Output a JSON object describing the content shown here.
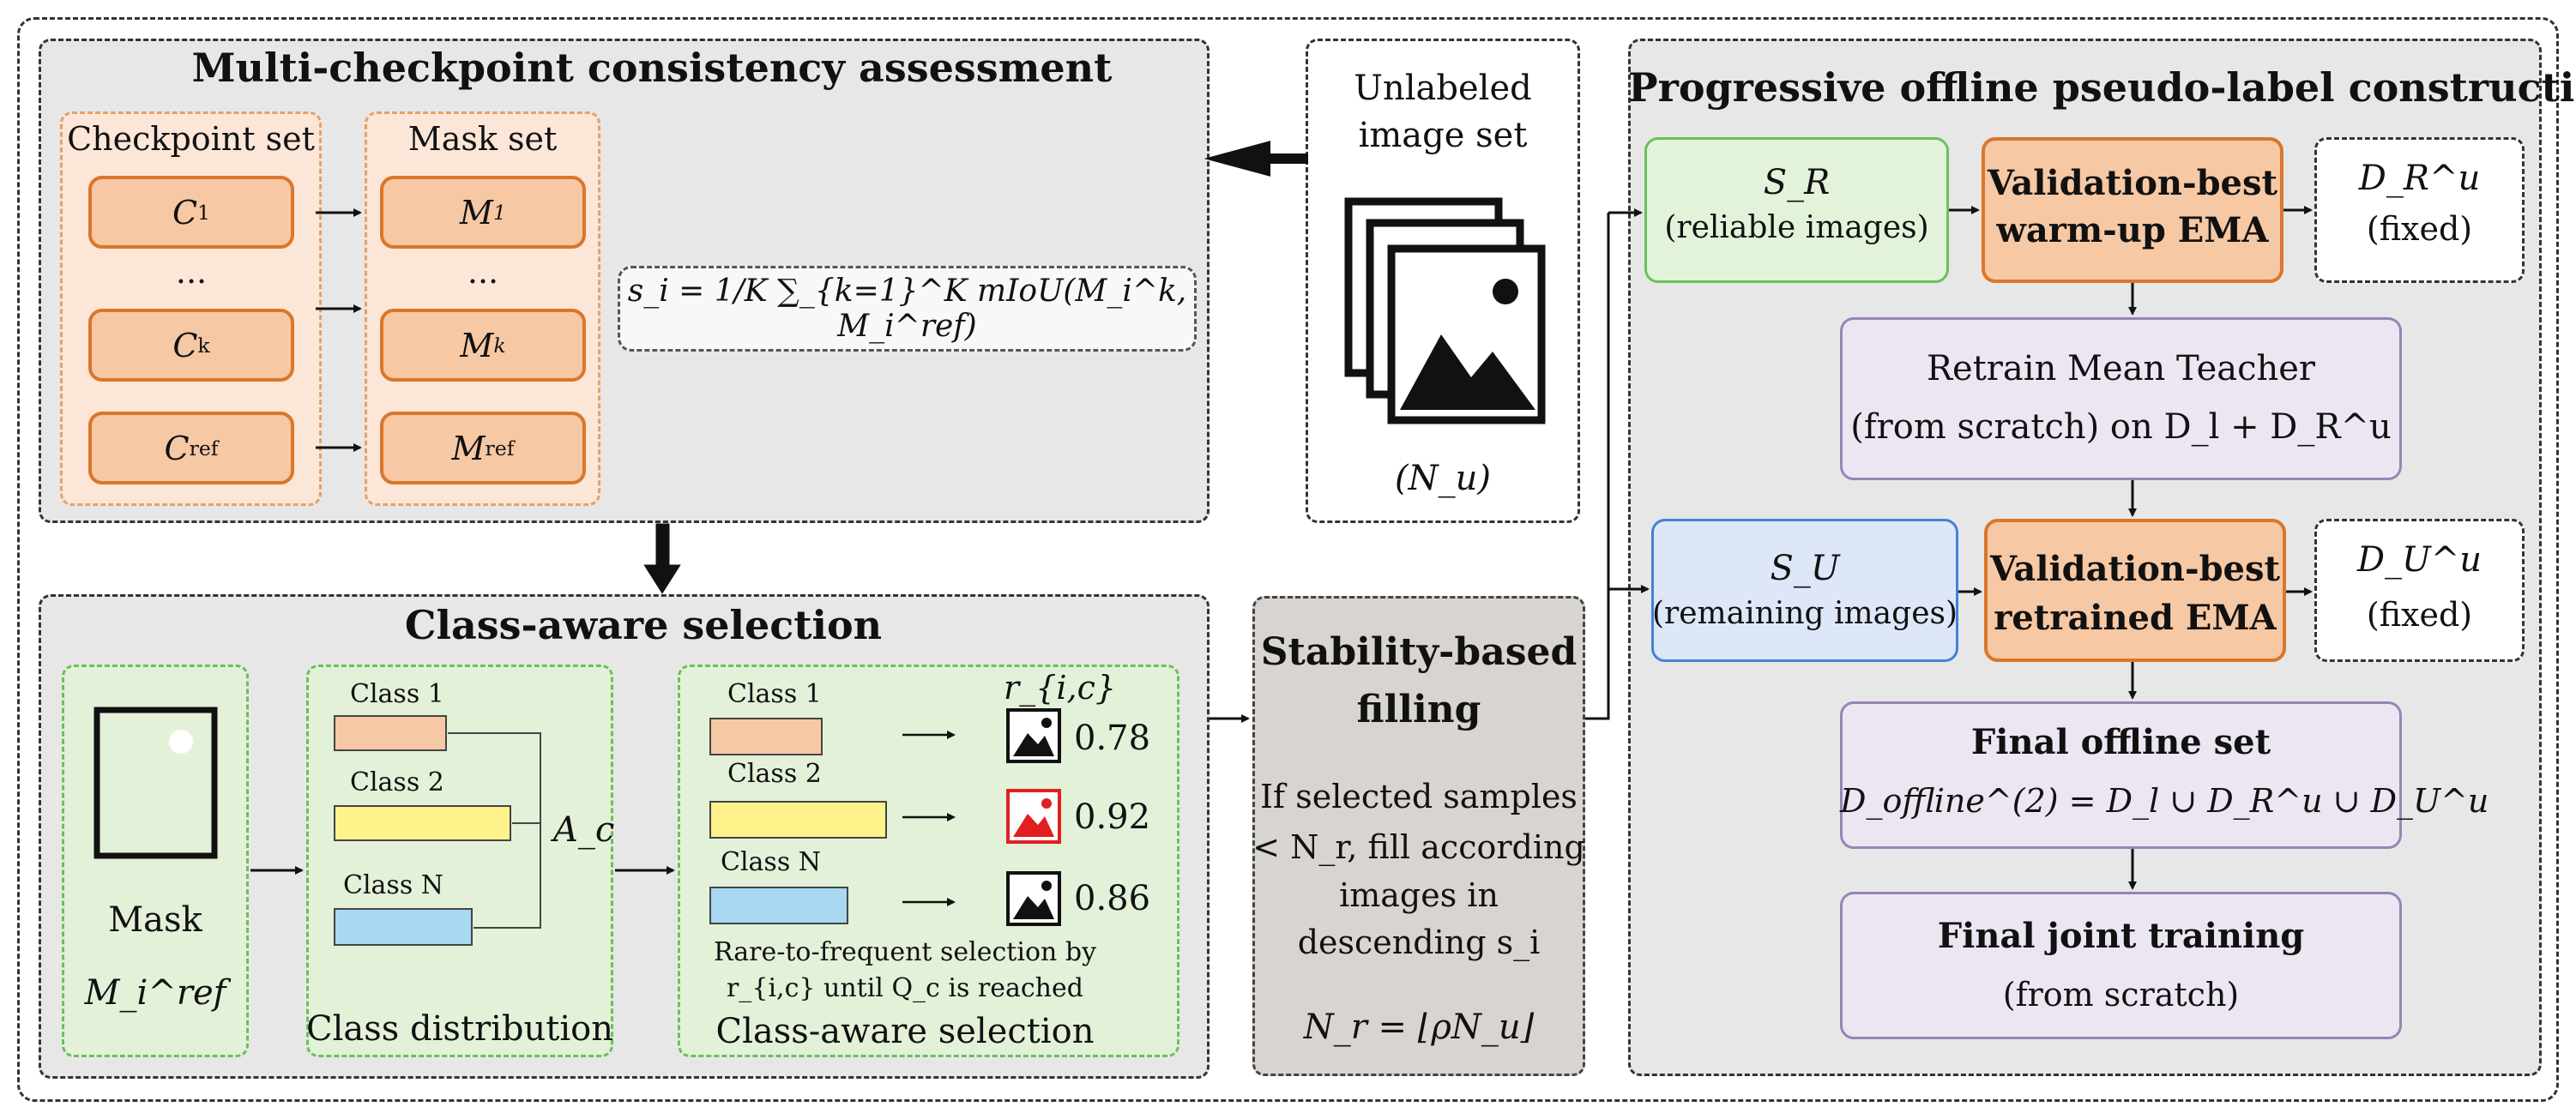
{
  "left_top": {
    "title": "Multi-checkpoint consistency assessment",
    "checkpoint_set_label": "Checkpoint set",
    "mask_set_label": "Mask set",
    "checkpoints": [
      "C",
      "...",
      "C",
      "C"
    ],
    "checkpoint_subs": [
      "1",
      "",
      "k",
      "ref"
    ],
    "masks": [
      "M",
      "...",
      "M",
      "M"
    ],
    "mask_sups": [
      "1",
      "",
      "k",
      "ref"
    ],
    "score_formula": "s_i = 1/K ∑_{k=1}^K mIoU(M_i^k, M_i^ref)"
  },
  "unlabeled": {
    "line1": "Unlabeled",
    "line2": "image set",
    "count": "(N_u)"
  },
  "class_aware": {
    "title": "Class-aware selection",
    "mask_label": "Mask",
    "mask_symbol": "M_i^ref",
    "class_labels": [
      "Class 1",
      "Class 2",
      "Class N"
    ],
    "class_colors": [
      "#f7c8a4",
      "#fdf38a",
      "#a8d8f2"
    ],
    "ac_label": "A_c",
    "class_distribution_label": "Class distribution",
    "r_label": "r_{i,c}",
    "scores": [
      "0.78",
      "0.92",
      "0.86"
    ],
    "rare_text_1": "Rare-to-frequent selection by",
    "rare_text_2": "r_{i,c} until Q_c is reached",
    "class_aware_bottom": "Class-aware selection"
  },
  "stability": {
    "title1": "Stability-based",
    "title2": "filling",
    "desc1": "If selected samples",
    "desc2": "< N_r, fill according",
    "desc3": "images in",
    "desc4": "descending s_i",
    "formula": "N_r = ⌊ρN_u⌋"
  },
  "progressive": {
    "title": "Progressive offline pseudo-label construction",
    "sr_symbol": "S_R",
    "sr_desc": "(reliable images)",
    "warmup_line1": "Validation-best",
    "warmup_line2": "warm-up EMA",
    "dr_symbol": "D_R^u",
    "fixed": "(fixed)",
    "retrain_line1": "Retrain Mean Teacher",
    "retrain_line2": "(from scratch) on D_l + D_R^u",
    "su_symbol": "S_U",
    "su_desc": "(remaining images)",
    "retrained_line1": "Validation-best",
    "retrained_line2": "retrained EMA",
    "du_symbol": "D_U^u",
    "final_offline_title": "Final offline set",
    "final_offline_formula": "D_offline^(2) = D_l ∪ D_R^u ∪ D_U^u",
    "final_joint_title": "Final joint training",
    "final_joint_sub": "(from scratch)"
  },
  "colors": {
    "panel_gray": "#e7e7e7",
    "orange_fill": "#f7c8a4",
    "orange_border": "#d9772b",
    "green_fill": "#e2f3da",
    "blue_fill": "#dde7f7",
    "purple_fill": "#ece6f2",
    "highlight_red": "#e02020"
  }
}
